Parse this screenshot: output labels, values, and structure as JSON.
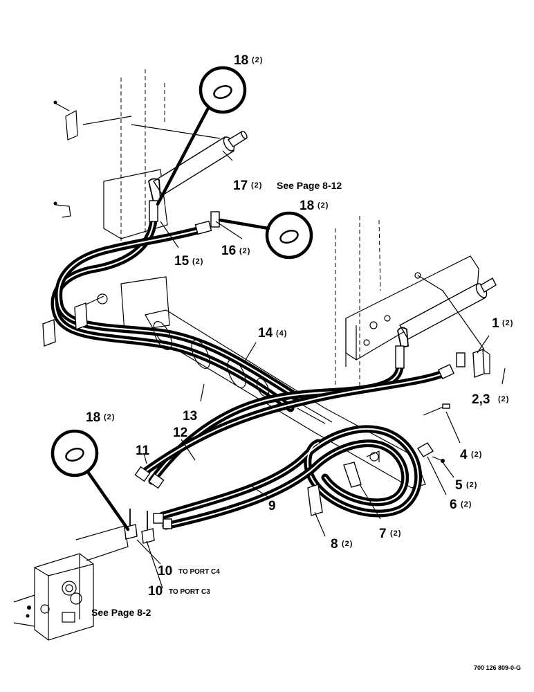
{
  "callouts": {
    "c18_top": {
      "num": "18",
      "qty": "(2)"
    },
    "c17": {
      "num": "17",
      "qty": "(2)",
      "note": "See Page 8-12"
    },
    "c18_mid": {
      "num": "18",
      "qty": "(2)"
    },
    "c16": {
      "num": "16",
      "qty": "(2)"
    },
    "c15": {
      "num": "15",
      "qty": "(2)"
    },
    "c14": {
      "num": "14",
      "qty": "(4)"
    },
    "c1": {
      "num": "1",
      "qty": "(2)"
    },
    "c2_3": {
      "num": "2,3",
      "qty": "(2)"
    },
    "c13": {
      "num": "13"
    },
    "c18_left": {
      "num": "18",
      "qty": "(2)"
    },
    "c12": {
      "num": "12"
    },
    "c11": {
      "num": "11"
    },
    "c4": {
      "num": "4",
      "qty": "(2)"
    },
    "c5": {
      "num": "5",
      "qty": "(2)"
    },
    "c6": {
      "num": "6",
      "qty": "(2)"
    },
    "c9": {
      "num": "9"
    },
    "c7": {
      "num": "7",
      "qty": "(2)"
    },
    "c8": {
      "num": "8",
      "qty": "(2)"
    },
    "c10_c4": {
      "num": "10",
      "note": "TO PORT C4"
    },
    "c10_c3": {
      "num": "10",
      "note": "TO PORT C3"
    },
    "valve_ref": {
      "note": "See Page 8-2"
    }
  },
  "footer": {
    "code": "700 126 809-0-G"
  }
}
